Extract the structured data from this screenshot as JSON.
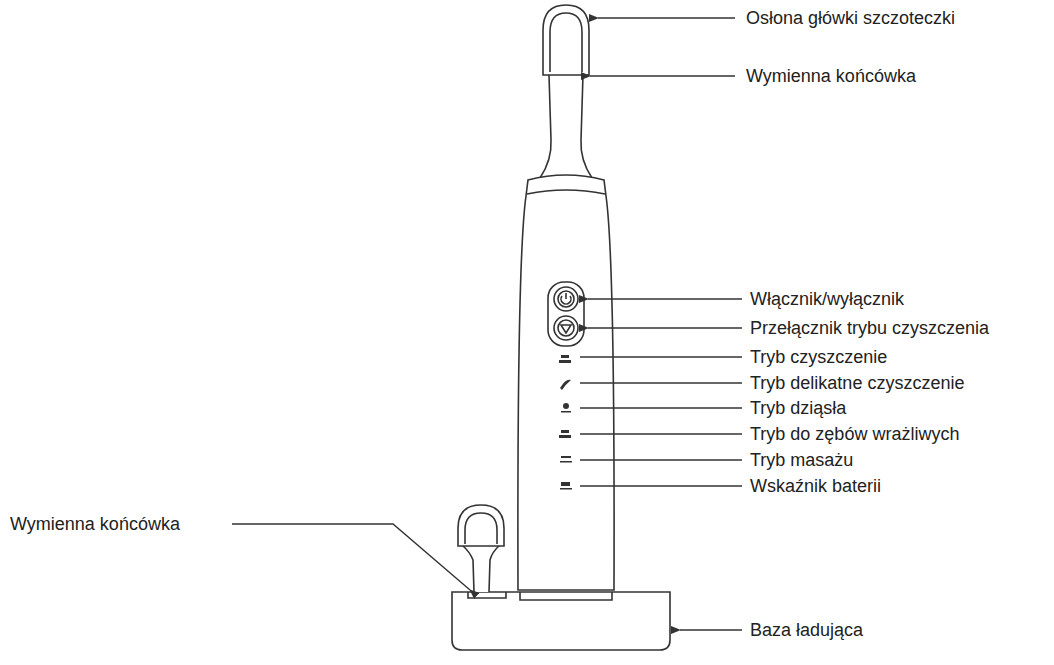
{
  "diagram": {
    "labels": [
      "Osłona główki szczoteczki",
      "Wymienna końcówka",
      "Włącznik/wyłącznik",
      "Przełącznik trybu czyszczenia",
      "Tryb czyszczenie",
      "Tryb delikatne czyszczenie",
      "Tryb dziąsła",
      "Tryb do zębów wrażliwych",
      "Tryb masażu",
      "Wskaźnik baterii",
      "Wymienna końcówka",
      "Baza ładująca"
    ]
  }
}
